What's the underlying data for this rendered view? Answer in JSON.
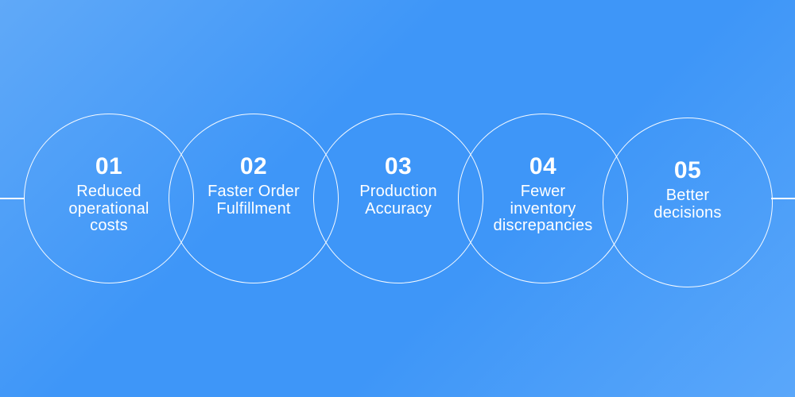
{
  "infographic": {
    "colors": {
      "background_light": "#60a9f8",
      "background_main": "#3e96f8",
      "stroke": "#ffffff",
      "text": "#ffffff"
    },
    "steps": [
      {
        "number": "01",
        "label": "Reduced\noperational\ncosts"
      },
      {
        "number": "02",
        "label": "Faster Order\nFulfillment"
      },
      {
        "number": "03",
        "label": "Production\nAccuracy"
      },
      {
        "number": "04",
        "label": "Fewer\ninventory\ndiscrepancies"
      },
      {
        "number": "05",
        "label": "Better\ndecisions"
      }
    ]
  }
}
